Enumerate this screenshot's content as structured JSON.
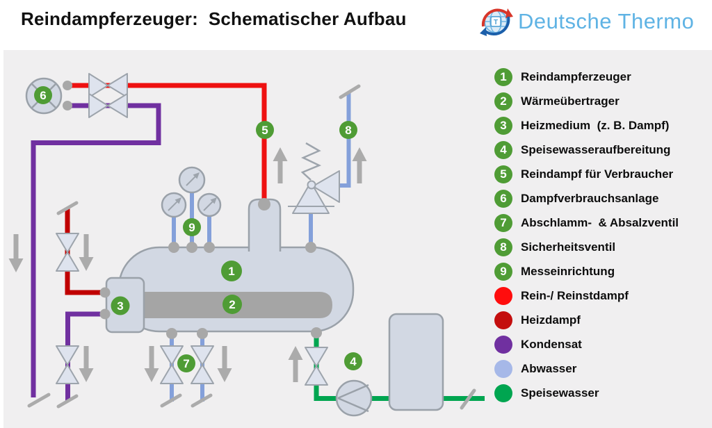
{
  "header": {
    "title": "Reindampferzeuger:  Schematischer Aufbau",
    "logo_text": "Deutsche Thermo",
    "logo_letter": "T"
  },
  "colors": {
    "pure_steam": "#EE1111",
    "heating_steam": "#C00000",
    "condensate": "#7030A0",
    "waste_water": "#84A0DA",
    "feed_water": "#00A550",
    "badge_green": "#4F9C35",
    "logo_blue": "#5FB3E4"
  },
  "legend": {
    "items": [
      {
        "num": "1",
        "label": "Reindampferzeuger"
      },
      {
        "num": "2",
        "label": "Wärmeübertrager"
      },
      {
        "num": "3",
        "label": "Heizmedium  (z. B. Dampf)"
      },
      {
        "num": "4",
        "label": "Speisewasseraufbereitung"
      },
      {
        "num": "5",
        "label": "Reindampf für Verbraucher"
      },
      {
        "num": "6",
        "label": "Dampfverbrauchsanlage"
      },
      {
        "num": "7",
        "label": "Abschlamm-  & Absalzventil"
      },
      {
        "num": "8",
        "label": "Sicherheitsventil"
      },
      {
        "num": "9",
        "label": "Messeinrichtung"
      },
      {
        "color": "#FF0D0D",
        "label": "Rein-/ Reinstdampf"
      },
      {
        "color": "#C40E0E",
        "label": "Heizdampf"
      },
      {
        "color": "#7030A0",
        "label": "Kondensat"
      },
      {
        "color": "#A6B8E8",
        "label": "Abwasser"
      },
      {
        "color": "#00A550",
        "label": "Speisewasser"
      }
    ]
  }
}
